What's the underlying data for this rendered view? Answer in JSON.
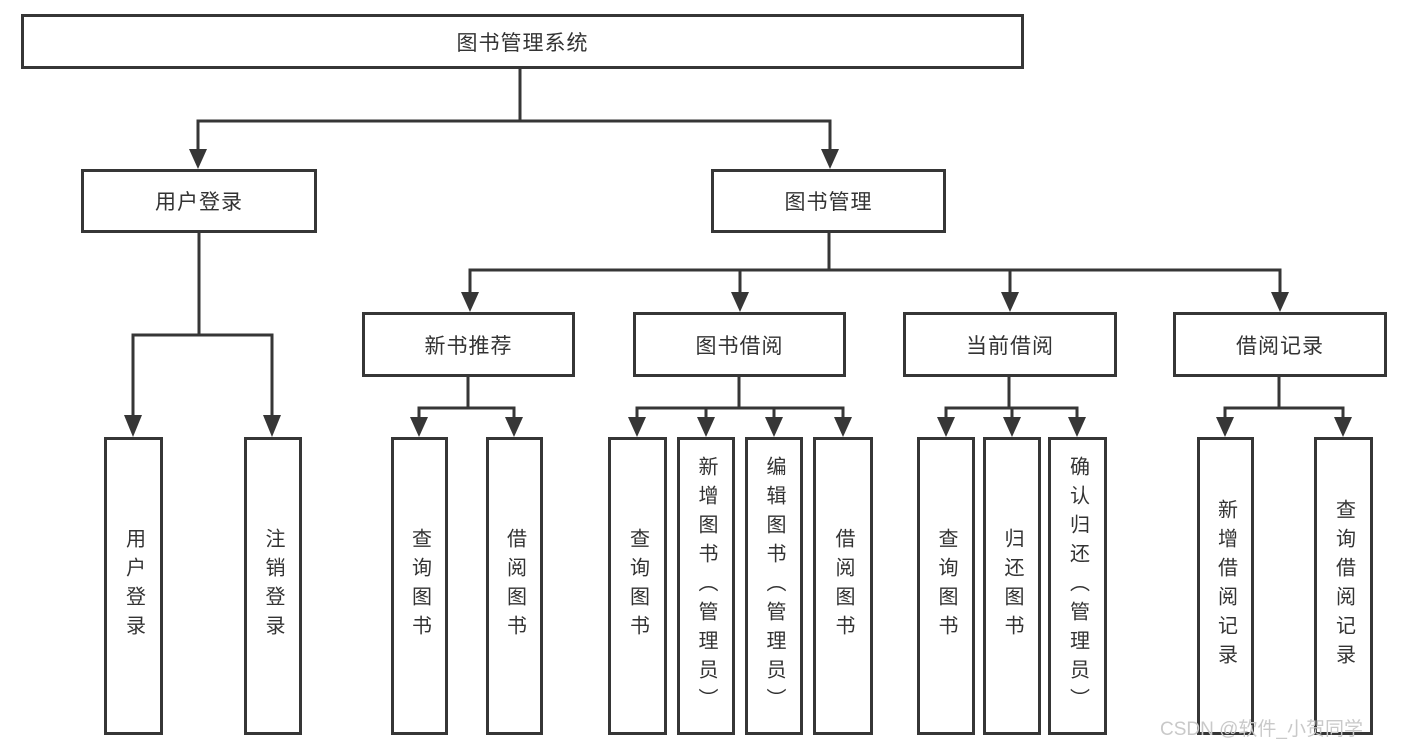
{
  "diagram": {
    "root": {
      "label": "图书管理系统"
    },
    "level2": [
      {
        "label": "用户登录"
      },
      {
        "label": "图书管理"
      }
    ],
    "level3": [
      {
        "label": "新书推荐",
        "parent": "图书管理"
      },
      {
        "label": "图书借阅",
        "parent": "图书管理"
      },
      {
        "label": "当前借阅",
        "parent": "图书管理"
      },
      {
        "label": "借阅记录",
        "parent": "图书管理"
      }
    ],
    "leaves": [
      {
        "label": "用户登录",
        "parent": "用户登录"
      },
      {
        "label": "注销登录",
        "parent": "用户登录"
      },
      {
        "label": "查询图书",
        "parent": "新书推荐"
      },
      {
        "label": "借阅图书",
        "parent": "新书推荐"
      },
      {
        "label": "查询图书",
        "parent": "图书借阅"
      },
      {
        "label": "新增图书（管理员）",
        "parent": "图书借阅"
      },
      {
        "label": "编辑图书（管理员）",
        "parent": "图书借阅"
      },
      {
        "label": "借阅图书",
        "parent": "图书借阅"
      },
      {
        "label": "查询图书",
        "parent": "当前借阅"
      },
      {
        "label": "归还图书",
        "parent": "当前借阅"
      },
      {
        "label": "确认归还（管理员）",
        "parent": "当前借阅"
      },
      {
        "label": "新增借阅记录",
        "parent": "借阅记录"
      },
      {
        "label": "查询借阅记录",
        "parent": "借阅记录"
      }
    ]
  },
  "watermark": "CSDN @软件_小贺同学",
  "colors": {
    "line": "#363636",
    "text": "#333333",
    "watermark": "#c9c9c9",
    "background": "#ffffff"
  }
}
